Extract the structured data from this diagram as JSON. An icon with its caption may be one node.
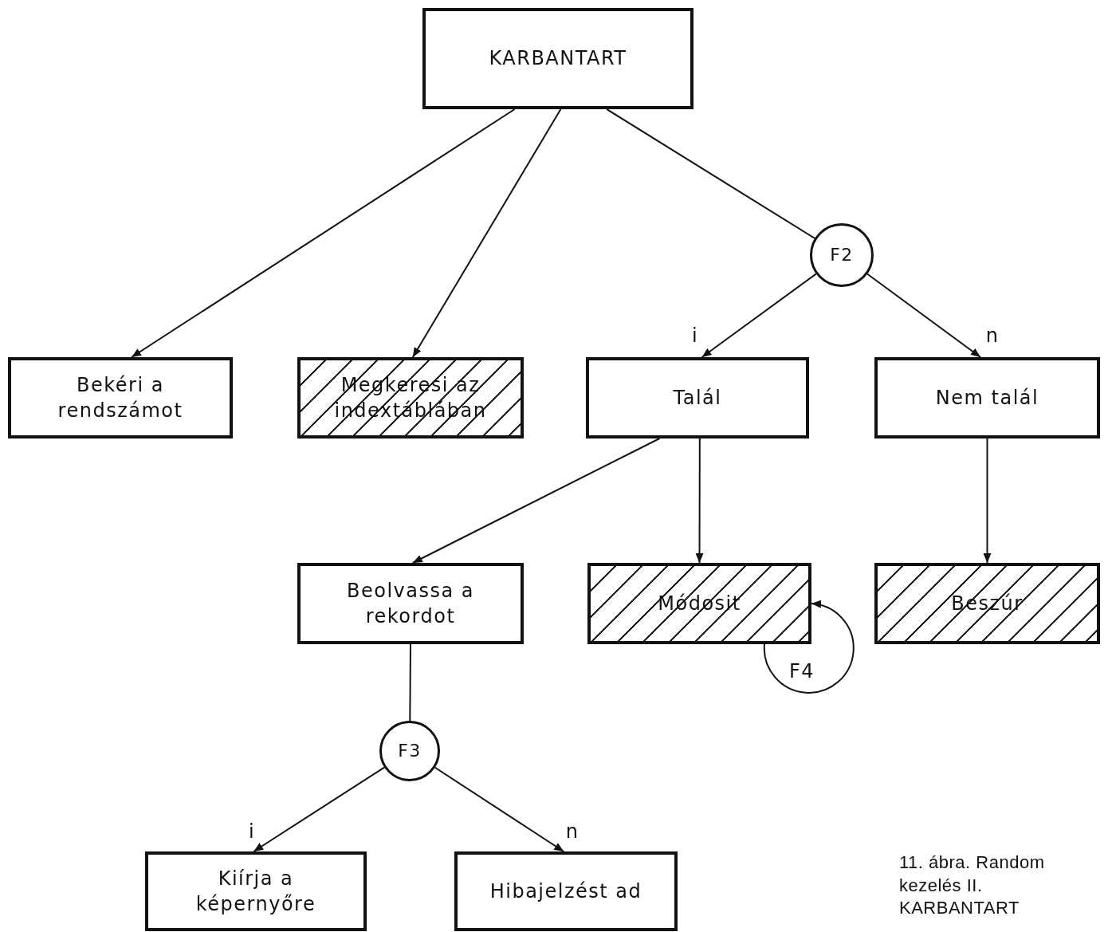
{
  "diagram": {
    "caption": "11. ábra. Random kezelés II. KARBANTART",
    "nodes": [
      {
        "text": [
          "KARBANTART"
        ]
      },
      {
        "text": [
          "Bekéri a rendszámot"
        ]
      },
      {
        "text": [
          "Megkeresi az indextáblában"
        ]
      },
      {
        "text": [
          "F2"
        ]
      },
      {
        "text": [
          "Talál"
        ]
      },
      {
        "text": [
          "Nem talál"
        ]
      },
      {
        "text": [
          "Beolvassa a rekordot"
        ]
      },
      {
        "text": [
          "Módosit"
        ]
      },
      {
        "text": [
          "Beszúr"
        ]
      },
      {
        "text": [
          "F3"
        ]
      },
      {
        "text": [
          "Kiírja a képernyőre"
        ]
      },
      {
        "text": [
          "Hibajelzést ad"
        ]
      }
    ],
    "edges": [
      {
        "from": 0,
        "to": 1,
        "arrow": "to"
      },
      {
        "from": 0,
        "to": 2,
        "arrow": "to"
      },
      {
        "from": 0,
        "to": 3,
        "arrow": "none"
      },
      {
        "from": 3,
        "to": 4,
        "arrow": "to",
        "label": "i"
      },
      {
        "from": 3,
        "to": 5,
        "arrow": "to",
        "label": "n"
      },
      {
        "from": 4,
        "to": 6,
        "arrow": "to"
      },
      {
        "from": 4,
        "to": 7,
        "arrow": "to"
      },
      {
        "from": 5,
        "to": 8,
        "arrow": "to"
      },
      {
        "from": 6,
        "to": 9,
        "arrow": "none"
      },
      {
        "from": 9,
        "to": 10,
        "arrow": "to",
        "label": "i"
      },
      {
        "from": 9,
        "to": 11,
        "arrow": "to",
        "label": "n"
      },
      {
        "from": 7,
        "to": 7,
        "arrow": "to",
        "label": "F4"
      }
    ]
  }
}
